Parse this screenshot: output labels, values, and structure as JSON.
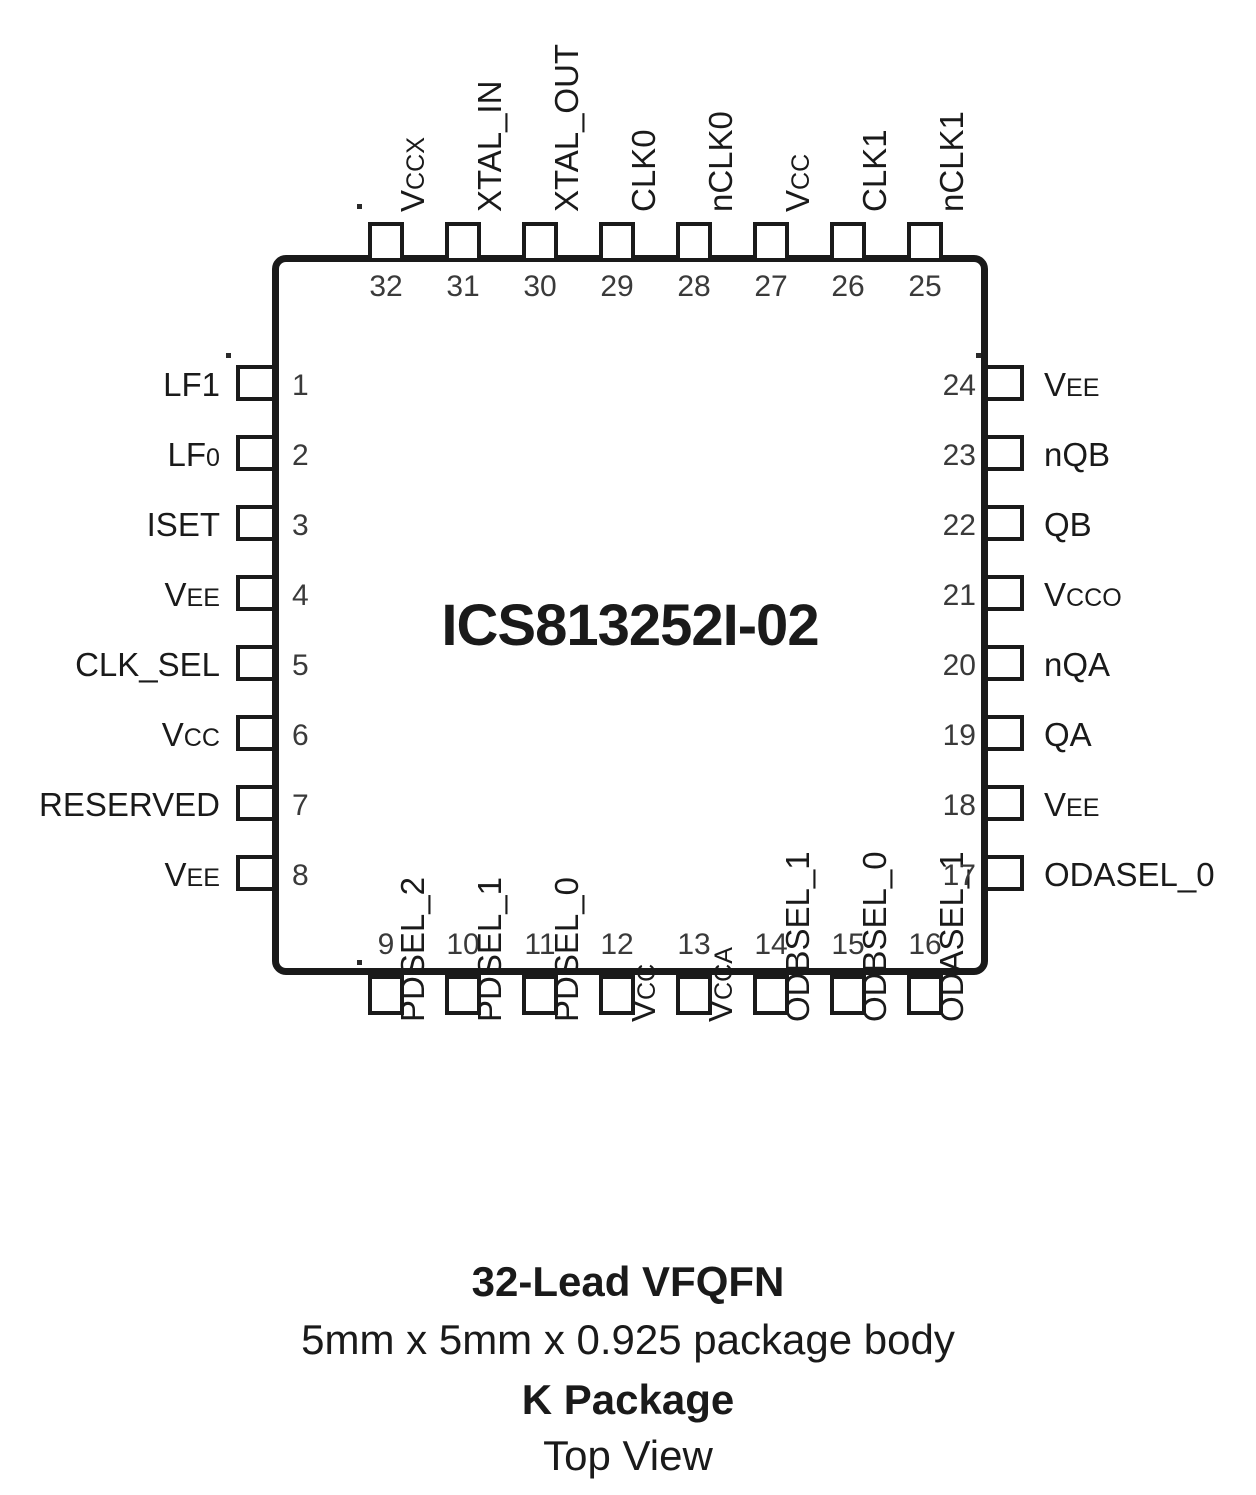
{
  "diagram": {
    "part_number": "ICS813252I-02",
    "caption_lines": [
      "32-Lead VFQFN",
      "5mm x 5mm x 0.925 package body",
      "K Package",
      "Top View"
    ]
  },
  "pins": {
    "left": [
      {
        "number": "1",
        "label": "LF1",
        "cap": "LF1",
        "sub": ""
      },
      {
        "number": "2",
        "label": "LF0",
        "cap": "LF",
        "sub": "0"
      },
      {
        "number": "3",
        "label": "ISET",
        "cap": "ISET",
        "sub": ""
      },
      {
        "number": "4",
        "label": "VEE",
        "cap": "V",
        "sub": "EE"
      },
      {
        "number": "5",
        "label": "CLK_SEL",
        "cap": "CLK_SEL",
        "sub": ""
      },
      {
        "number": "6",
        "label": "Vcc",
        "cap": "V",
        "sub": "CC"
      },
      {
        "number": "7",
        "label": "RESERVED",
        "cap": "RESERVED",
        "sub": ""
      },
      {
        "number": "8",
        "label": "VEE",
        "cap": "V",
        "sub": "EE"
      }
    ],
    "bottom": [
      {
        "number": "9",
        "label": "PDSEL_2",
        "cap": "PDSEL_2",
        "sub": ""
      },
      {
        "number": "10",
        "label": "PDSEL_1",
        "cap": "PDSEL_1",
        "sub": ""
      },
      {
        "number": "11",
        "label": "PDSEL_0",
        "cap": "PDSEL_0",
        "sub": ""
      },
      {
        "number": "12",
        "label": "Vcc",
        "cap": "V",
        "sub": "CC"
      },
      {
        "number": "13",
        "label": "Vcca",
        "cap": "V",
        "sub": "CCA"
      },
      {
        "number": "14",
        "label": "ODBSEL_1",
        "cap": "ODBSEL_1",
        "sub": ""
      },
      {
        "number": "15",
        "label": "ODBSEL_0",
        "cap": "ODBSEL_0",
        "sub": ""
      },
      {
        "number": "16",
        "label": "ODASEL_1",
        "cap": "ODASEL_1",
        "sub": ""
      }
    ],
    "right": [
      {
        "number": "17",
        "label": "ODASEL_0",
        "cap": "ODASEL_0",
        "sub": ""
      },
      {
        "number": "18",
        "label": "VEE",
        "cap": "V",
        "sub": "EE"
      },
      {
        "number": "19",
        "label": "QA",
        "cap": "QA",
        "sub": ""
      },
      {
        "number": "20",
        "label": "nQA",
        "cap": "nQA",
        "sub": ""
      },
      {
        "number": "21",
        "label": "Vcco",
        "cap": "V",
        "sub": "CCO"
      },
      {
        "number": "22",
        "label": "QB",
        "cap": "QB",
        "sub": ""
      },
      {
        "number": "23",
        "label": "nQB",
        "cap": "nQB",
        "sub": ""
      },
      {
        "number": "24",
        "label": "VEE",
        "cap": "V",
        "sub": "EE"
      }
    ],
    "top": [
      {
        "number": "25",
        "label": "nCLK1",
        "cap": "nCLK1",
        "sub": ""
      },
      {
        "number": "26",
        "label": "CLK1",
        "cap": "CLK1",
        "sub": ""
      },
      {
        "number": "27",
        "label": "Vcc",
        "cap": "V",
        "sub": "CC"
      },
      {
        "number": "28",
        "label": "nCLK0",
        "cap": "nCLK0",
        "sub": ""
      },
      {
        "number": "29",
        "label": "CLK0",
        "cap": "CLK0",
        "sub": ""
      },
      {
        "number": "30",
        "label": "XTAL_OUT",
        "cap": "XTAL_OUT",
        "sub": ""
      },
      {
        "number": "31",
        "label": "XTAL_IN",
        "cap": "XTAL_IN",
        "sub": ""
      },
      {
        "number": "32",
        "label": "Vccx",
        "cap": "V",
        "sub": "CCX"
      }
    ]
  },
  "colors": {
    "ink": "#1a1a1a",
    "number_ink": "#3a3a3a",
    "background": "#ffffff"
  }
}
